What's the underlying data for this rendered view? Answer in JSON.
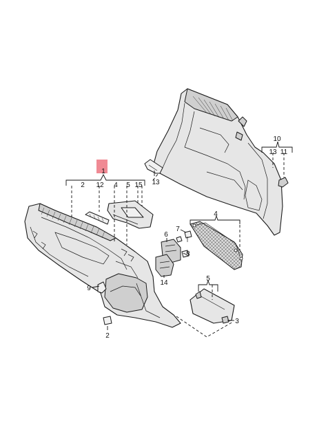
{
  "labels": {
    "l1": "1",
    "l2": "2",
    "l12": "12",
    "l4a": "4",
    "l5a": "5",
    "l15": "15",
    "l13a": "13",
    "l10": "10",
    "l13b": "13",
    "l11": "11",
    "l7": "7",
    "l6": "6",
    "l8": "8",
    "l4b": "4",
    "l14": "14",
    "l9": "9",
    "l2b": "2",
    "l5b": "5",
    "l3": "3"
  },
  "highlight_color": "#f08a94"
}
